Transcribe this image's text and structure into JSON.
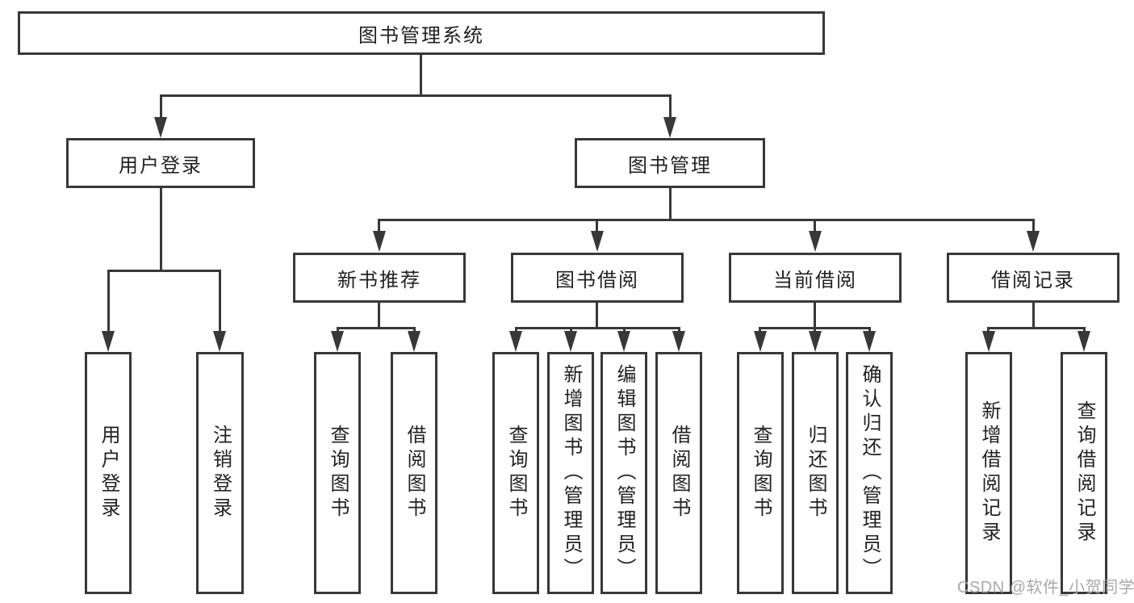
{
  "tree": {
    "root": {
      "label": "图书管理系统"
    },
    "level2": [
      {
        "label": "用户登录"
      },
      {
        "label": "图书管理"
      }
    ],
    "level3": [
      {
        "label": "新书推荐",
        "parent": "图书管理"
      },
      {
        "label": "图书借阅",
        "parent": "图书管理"
      },
      {
        "label": "当前借阅",
        "parent": "图书管理"
      },
      {
        "label": "借阅记录",
        "parent": "图书管理"
      }
    ],
    "leaves": [
      {
        "label": "用户登录",
        "parent": "用户登录"
      },
      {
        "label": "注销登录",
        "parent": "用户登录"
      },
      {
        "label": "查询图书",
        "parent": "新书推荐"
      },
      {
        "label": "借阅图书",
        "parent": "新书推荐"
      },
      {
        "label": "查询图书",
        "parent": "图书借阅"
      },
      {
        "label": "新增图书（管理员）",
        "parent": "图书借阅"
      },
      {
        "label": "编辑图书（管理员）",
        "parent": "图书借阅"
      },
      {
        "label": "借阅图书",
        "parent": "图书借阅"
      },
      {
        "label": "查询图书",
        "parent": "当前借阅"
      },
      {
        "label": "归还图书",
        "parent": "当前借阅"
      },
      {
        "label": "确认归还（管理员）",
        "parent": "当前借阅"
      },
      {
        "label": "新增借阅记录",
        "parent": "借阅记录"
      },
      {
        "label": "查询借阅记录",
        "parent": "借阅记录"
      }
    ]
  },
  "watermark": "CSDN @软件_小贺同学",
  "colors": {
    "line": "#383838",
    "text": "#222222",
    "watermark": "#a9a9a9",
    "background": "#ffffff"
  }
}
